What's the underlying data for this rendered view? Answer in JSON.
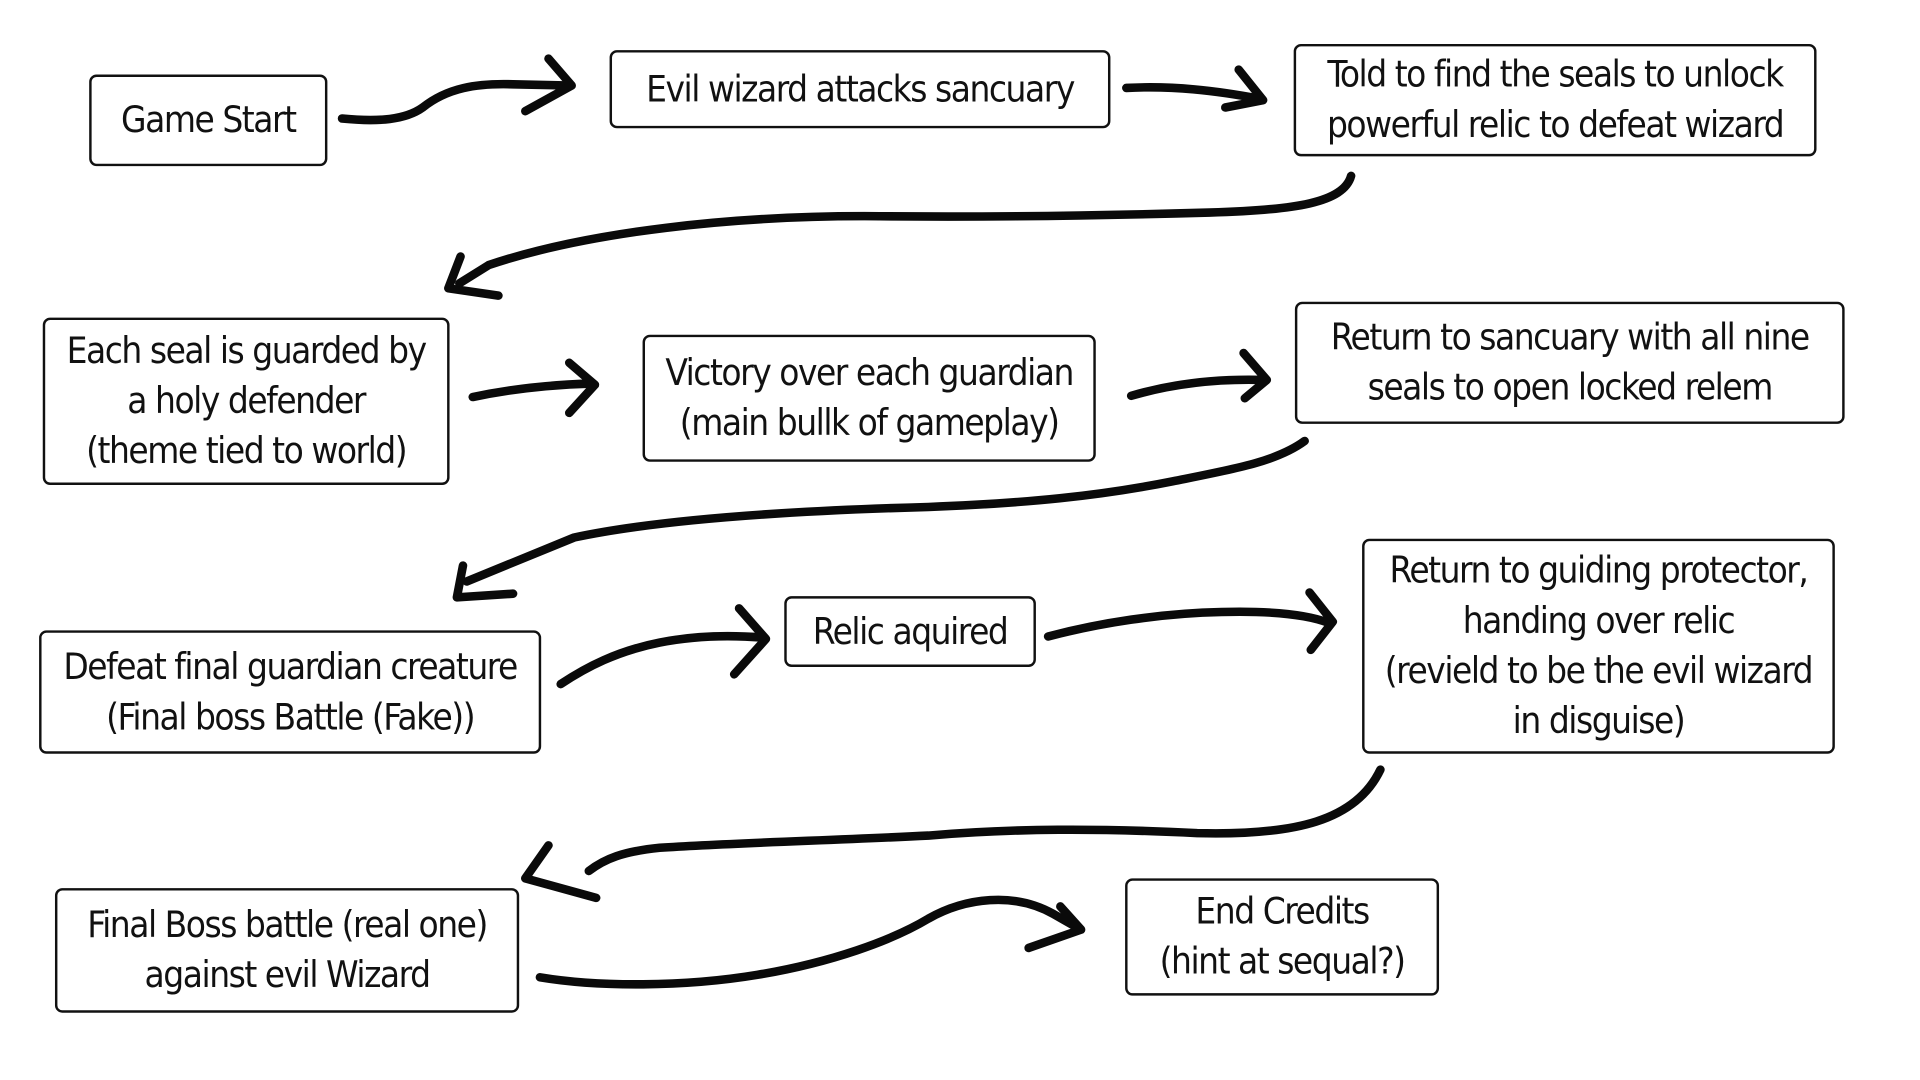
{
  "diagram": {
    "nodes": [
      {
        "id": "game-start",
        "lines": [
          "Game Start"
        ]
      },
      {
        "id": "wizard-attacks",
        "lines": [
          "Evil wizard attacks sancuary"
        ]
      },
      {
        "id": "find-seals",
        "lines": [
          "Told to find the seals to unlock",
          "powerful relic to defeat wizard"
        ]
      },
      {
        "id": "seal-guarded",
        "lines": [
          "Each seal is guarded by",
          "a holy defender",
          "(theme tied to world)"
        ]
      },
      {
        "id": "victory-guardian",
        "lines": [
          "Victory over each guardian",
          "(main bullk of gameplay)"
        ]
      },
      {
        "id": "return-sanctuary",
        "lines": [
          "Return to sancuary with all nine",
          "seals to open locked relem"
        ]
      },
      {
        "id": "defeat-final-guardian",
        "lines": [
          "Defeat final guardian creature",
          "(Final boss Battle (Fake))"
        ]
      },
      {
        "id": "relic-acquired",
        "lines": [
          "Relic aquired"
        ]
      },
      {
        "id": "return-protector",
        "lines": [
          "Return to guiding protector,",
          "handing over relic",
          "(revield to be the evil wizard",
          "in disguise)"
        ]
      },
      {
        "id": "final-boss-real",
        "lines": [
          "Final Boss battle (real one)",
          "against evil Wizard"
        ]
      },
      {
        "id": "end-credits",
        "lines": [
          "End Credits",
          "(hint at sequal?)"
        ]
      }
    ],
    "edges": [
      {
        "from": "game-start",
        "to": "wizard-attacks"
      },
      {
        "from": "wizard-attacks",
        "to": "find-seals"
      },
      {
        "from": "find-seals",
        "to": "seal-guarded"
      },
      {
        "from": "seal-guarded",
        "to": "victory-guardian"
      },
      {
        "from": "victory-guardian",
        "to": "return-sanctuary"
      },
      {
        "from": "return-sanctuary",
        "to": "defeat-final-guardian"
      },
      {
        "from": "defeat-final-guardian",
        "to": "relic-acquired"
      },
      {
        "from": "relic-acquired",
        "to": "return-protector"
      },
      {
        "from": "return-protector",
        "to": "final-boss-real"
      },
      {
        "from": "final-boss-real",
        "to": "end-credits"
      }
    ]
  }
}
